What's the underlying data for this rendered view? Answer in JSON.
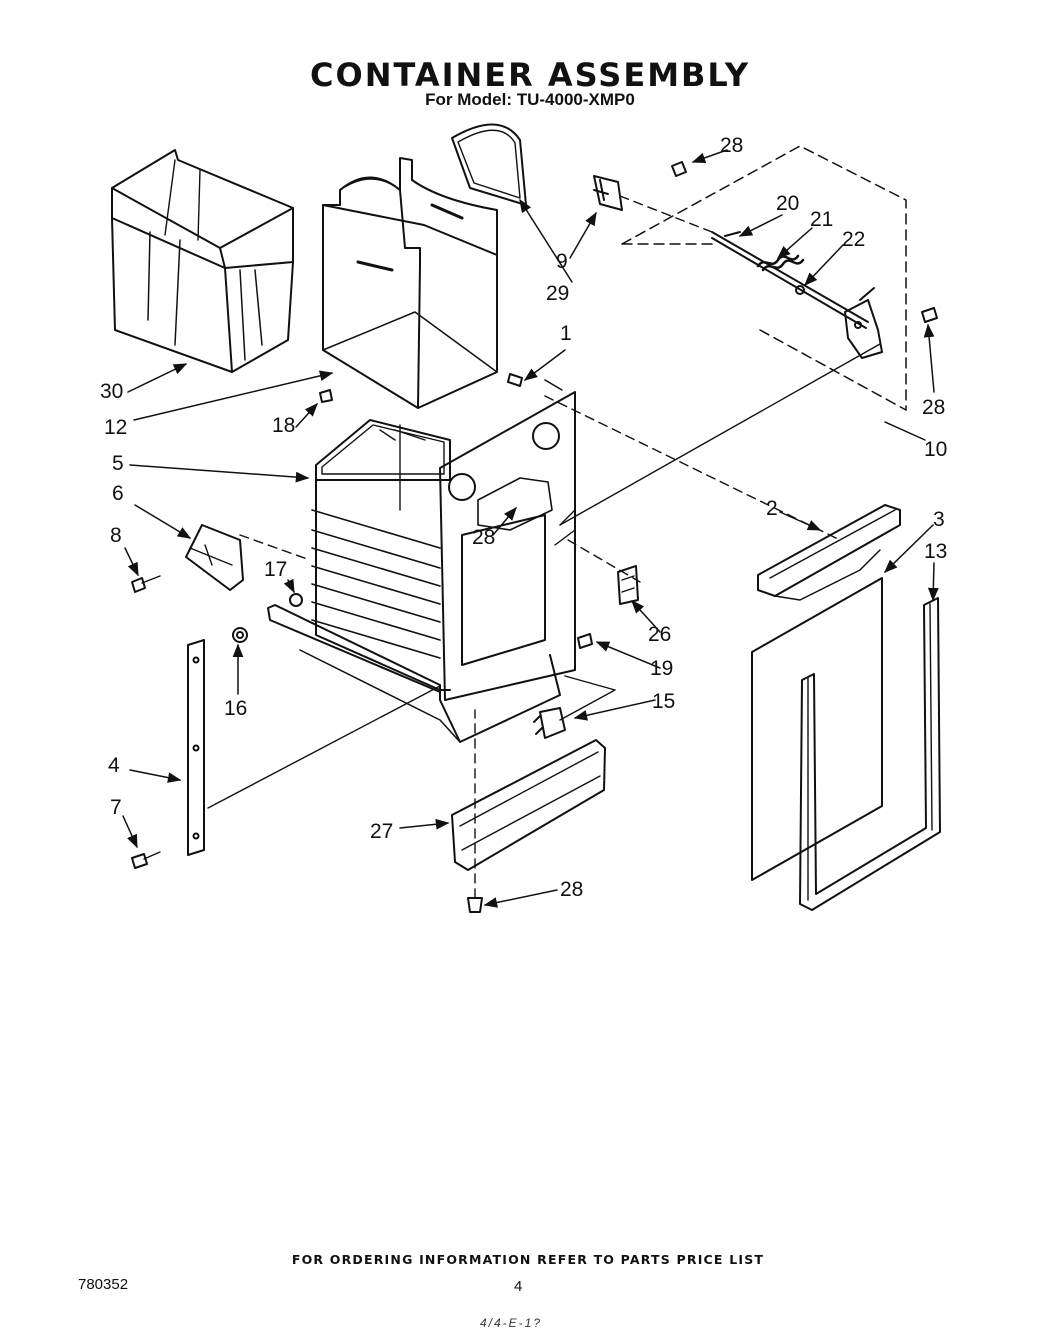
{
  "header": {
    "title": "CONTAINER ASSEMBLY",
    "subtitle": "For Model: TU-4000-XMP0"
  },
  "footer": {
    "ordering_note": "FOR ORDERING INFORMATION REFER TO PARTS PRICE LIST",
    "document_number": "780352",
    "page_number": "4",
    "handwritten_note": "4/4-E-1?"
  },
  "callouts": {
    "c1": "1",
    "c2": "2",
    "c3": "3",
    "c4": "4",
    "c5": "5",
    "c6": "6",
    "c7": "7",
    "c8": "8",
    "c9": "9",
    "c10": "10",
    "c12": "12",
    "c13": "13",
    "c15": "15",
    "c16": "16",
    "c17": "17",
    "c18": "18",
    "c19": "19",
    "c20": "20",
    "c21": "21",
    "c22": "22",
    "c26": "26",
    "c27": "27",
    "c28a": "28",
    "c28b": "28",
    "c28c": "28",
    "c28d": "28",
    "c29": "29",
    "c30": "30"
  }
}
